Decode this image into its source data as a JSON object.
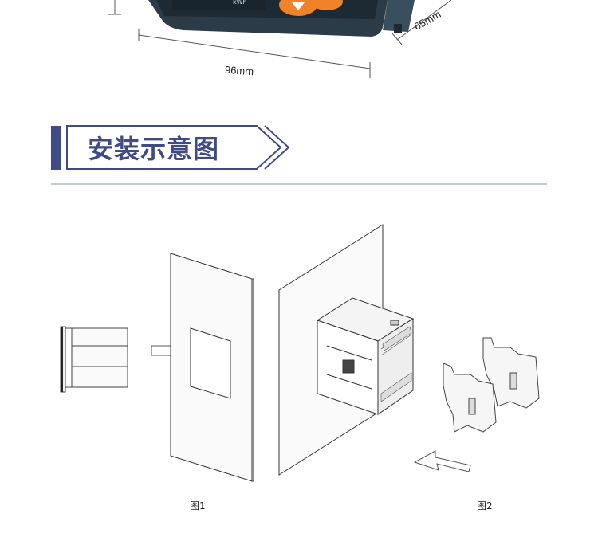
{
  "dimensions": {
    "width_label": "96mm",
    "depth_label": "65mm",
    "unit_label": "kWh"
  },
  "section": {
    "title": "安装示意图"
  },
  "figures": [
    {
      "label": "图1"
    },
    {
      "label": "图2"
    }
  ],
  "colors": {
    "accent": "#3e4b86",
    "device_body": "#2f4250",
    "button_orange": "#f0822a",
    "divider": "#8a94b8"
  }
}
